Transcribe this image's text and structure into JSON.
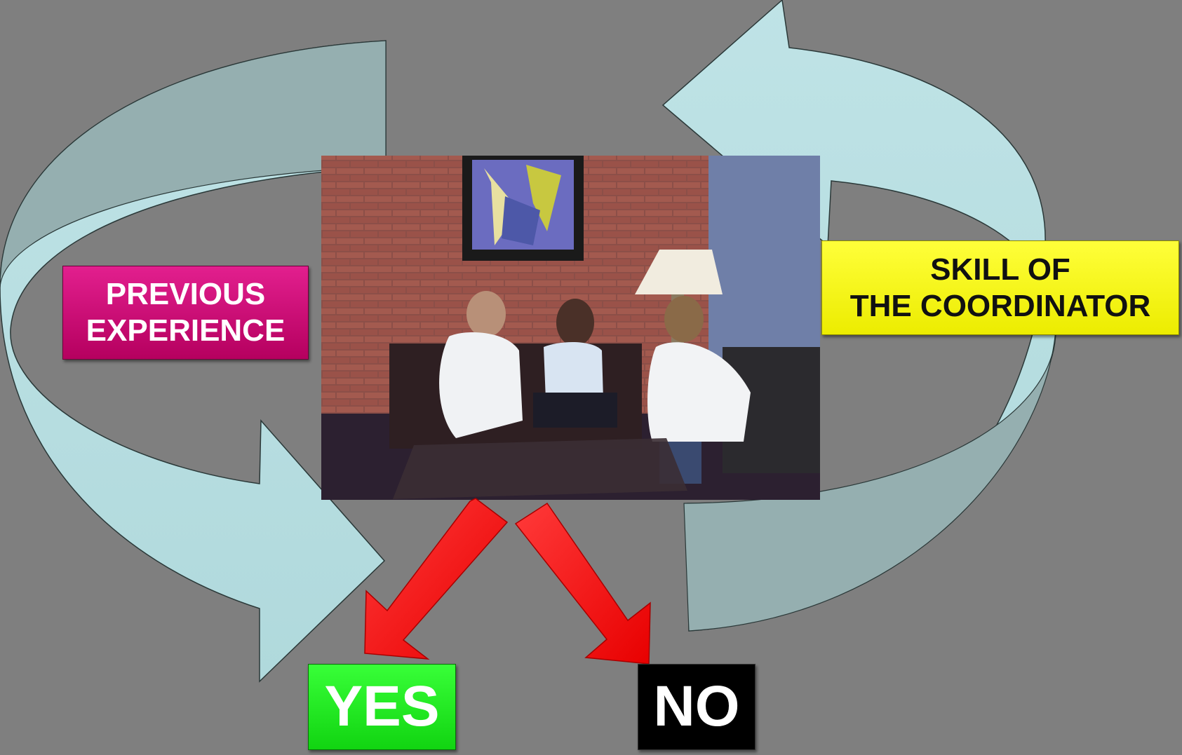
{
  "labels": {
    "previous_experience": [
      "PREVIOUS",
      "EXPERIENCE"
    ],
    "skill_of_coordinator": [
      "SKILL OF",
      "THE COORDINATOR"
    ],
    "yes": "YES",
    "no": "NO"
  },
  "colors": {
    "background": "#7f7f7f",
    "cycle_arrows": "#b5dde1",
    "decision_arrows": "#ff0000",
    "previous_experience_box": "#d4157c",
    "skill_box": "#f7f700",
    "yes_box": "#22ee22",
    "no_box": "#000000"
  },
  "photo": {
    "subject": "meeting-photo"
  }
}
